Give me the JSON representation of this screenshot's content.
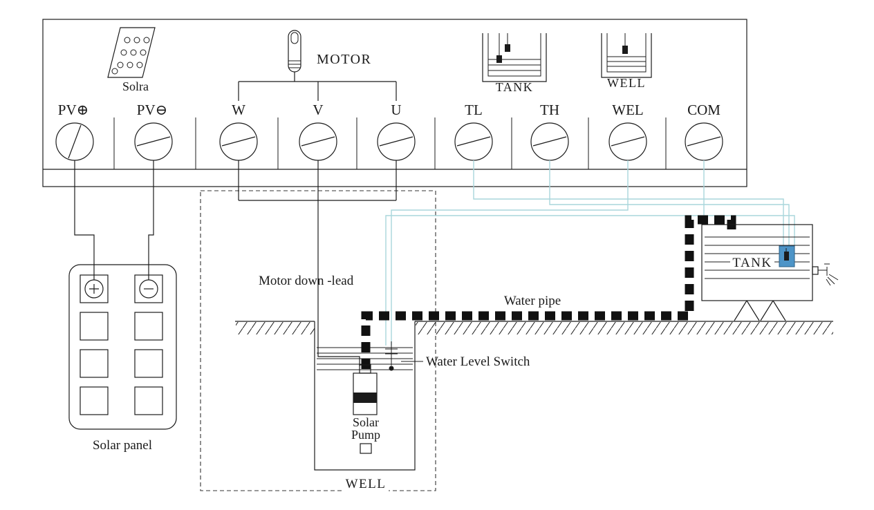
{
  "diagram": {
    "terminal_block": {
      "icon_labels": {
        "solar": "Solra",
        "motor": "MOTOR",
        "tank": "TANK",
        "well": "WELL"
      },
      "terminals": [
        {
          "label": "PV⊕"
        },
        {
          "label": "PV⊖"
        },
        {
          "label": "W"
        },
        {
          "label": "V"
        },
        {
          "label": "U"
        },
        {
          "label": "TL"
        },
        {
          "label": "TH"
        },
        {
          "label": "WEL"
        },
        {
          "label": "COM"
        }
      ]
    },
    "field_labels": {
      "solar_panel": "Solar panel",
      "motor_down_lead": "Motor down -lead",
      "water_pipe": "Water pipe",
      "water_level_switch": "Water Level Switch",
      "solar_pump_line1": "Solar",
      "solar_pump_line2": "Pump",
      "well": "WELL",
      "tank": "TANK"
    },
    "colors": {
      "line": "#1b1b1b",
      "tank_signal_wire": "#a9d6dc",
      "common_signal_wire": "#dfa3ac",
      "sensor_fill": "#4d94c7"
    }
  }
}
